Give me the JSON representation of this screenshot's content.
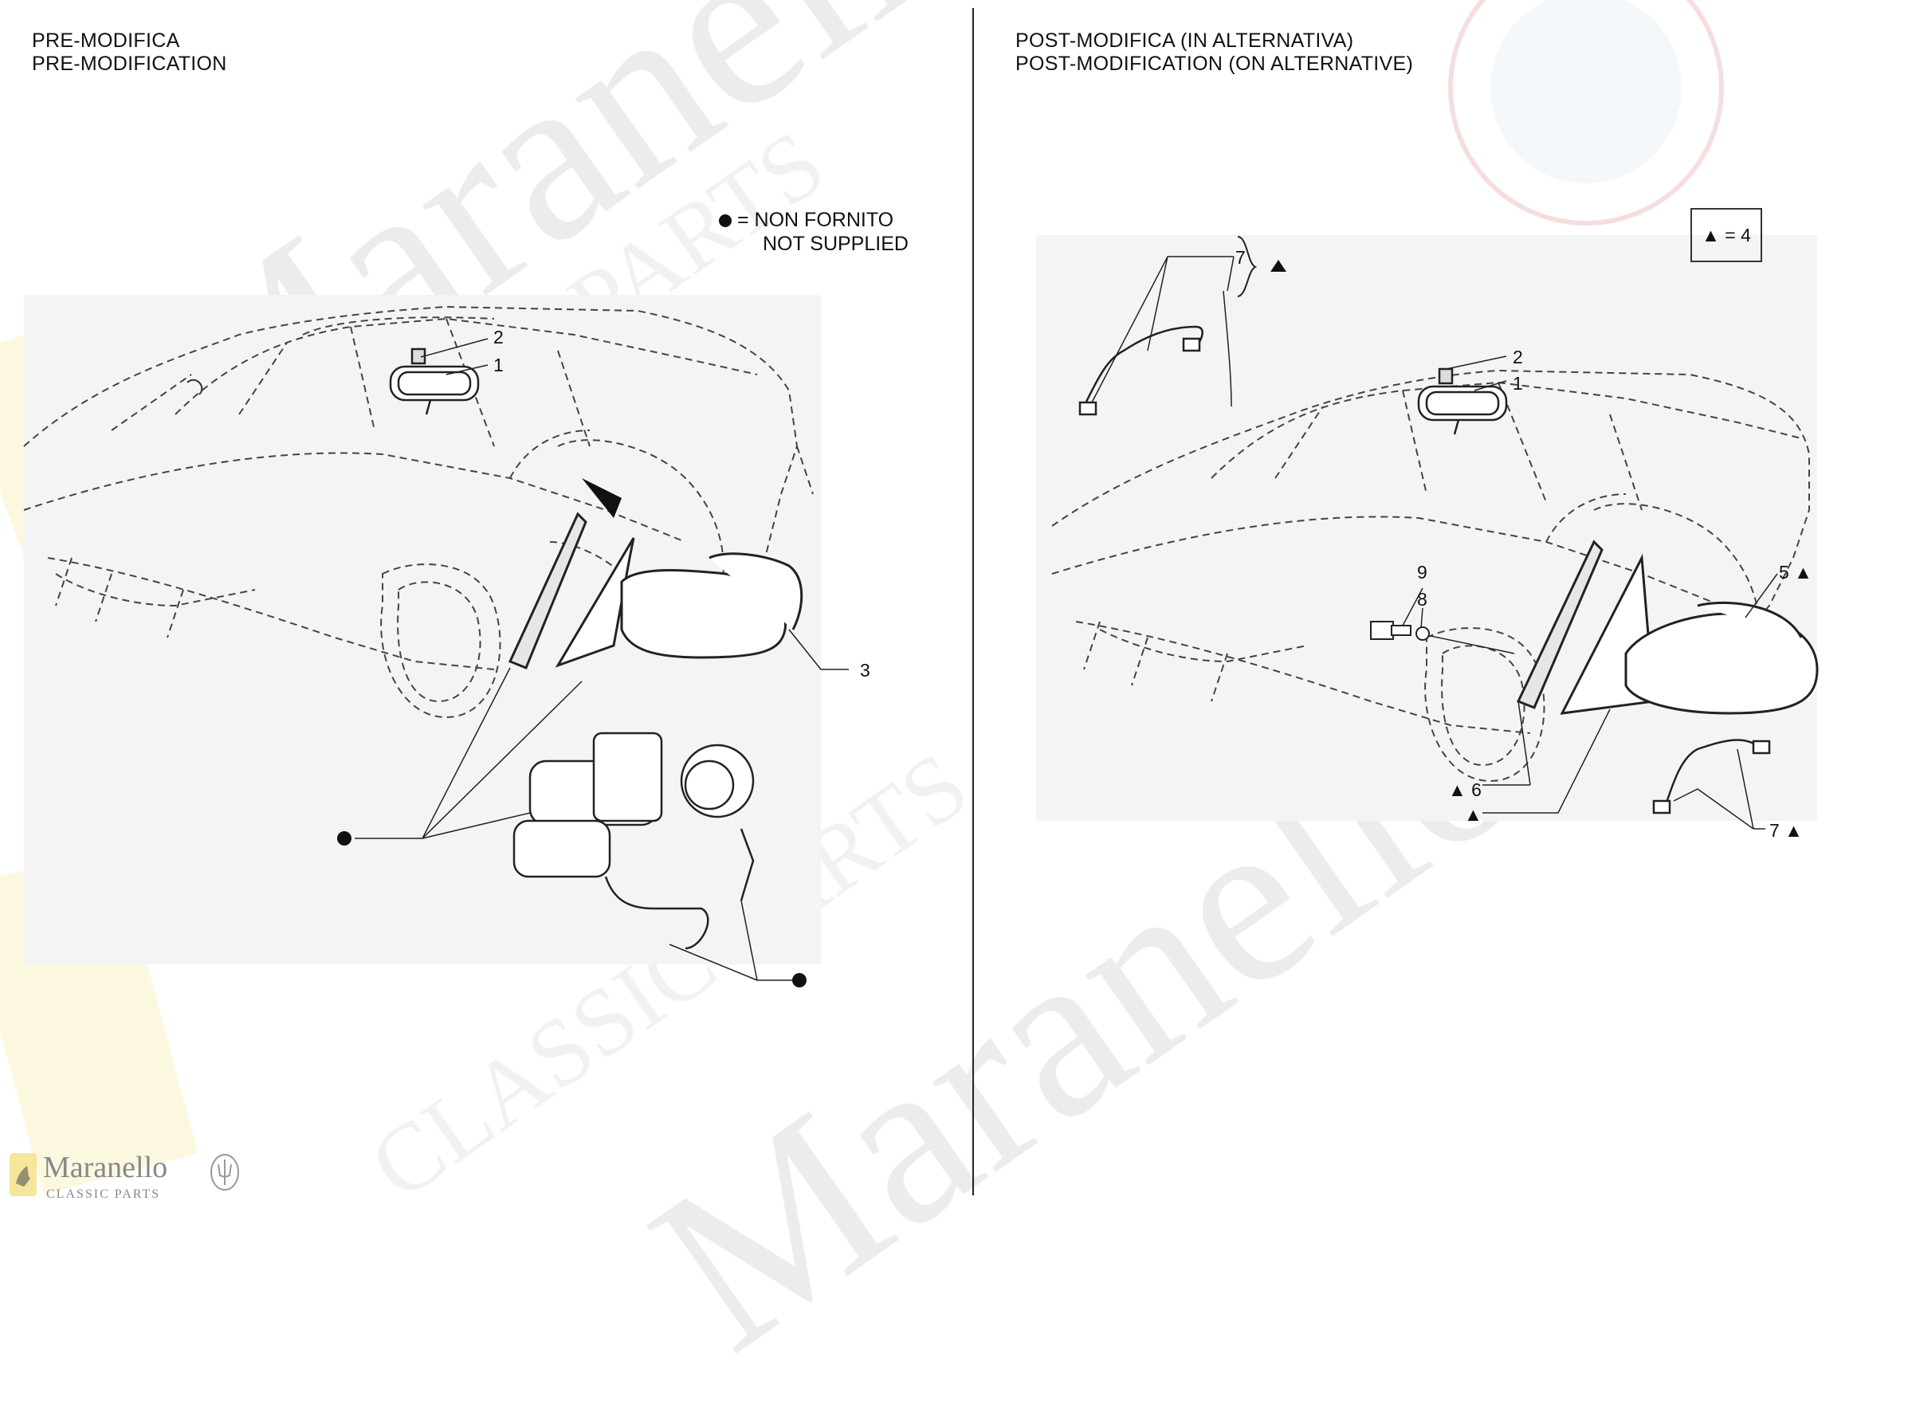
{
  "left_panel": {
    "title_line1": "PRE-MODIFICA",
    "title_line2": "PRE-MODIFICATION",
    "legend_line1": "= NON FORNITO",
    "legend_line2": "NOT SUPPLIED",
    "callouts": {
      "c1": "1",
      "c2": "2",
      "c3": "3"
    }
  },
  "right_panel": {
    "title_line1": "POST-MODIFICA (IN ALTERNATIVA)",
    "title_line2": "POST-MODIFICATION (ON ALTERNATIVE)",
    "note": "▲ = 4",
    "callouts": {
      "c1": "1",
      "c2": "2",
      "c5": "5 ▲",
      "c6": "▲ 6",
      "c7_top": "7",
      "c7_bottom": "7 ▲",
      "c8": "8",
      "c9": "9",
      "triangle_top": "▲",
      "triangle_low": "▲"
    }
  },
  "symbols": {
    "not_supplied": "black-dot",
    "alternative": "black-triangle"
  },
  "watermark": {
    "brand": "Maranello",
    "sub": "CLASSIC PARTS",
    "big_left": "Maranello",
    "big_right": "Maranello",
    "classic_left": "CLASSIC PARTS",
    "classic_right": "CLASSIC PARTS"
  }
}
